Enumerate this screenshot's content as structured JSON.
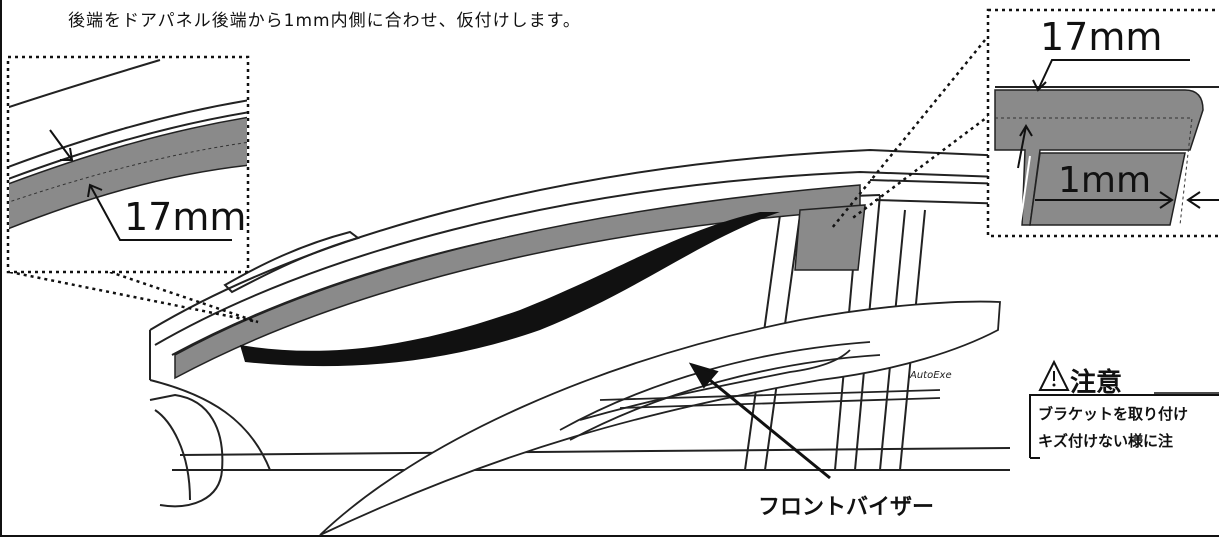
{
  "instruction": "後端をドアパネル後端から1mm内側に合わせ、仮付けします。",
  "inset_left": {
    "dimension": "17mm"
  },
  "inset_right": {
    "dimension_top": "17mm",
    "dimension_offset": "1mm"
  },
  "caution": {
    "title": "注意",
    "warning_icon": "warning-triangle",
    "line1": "ブラケットを取り付け",
    "line2": "キズ付けない様に注"
  },
  "callout": {
    "label": "フロントバイザー"
  },
  "visor_logo": "AutoExe"
}
